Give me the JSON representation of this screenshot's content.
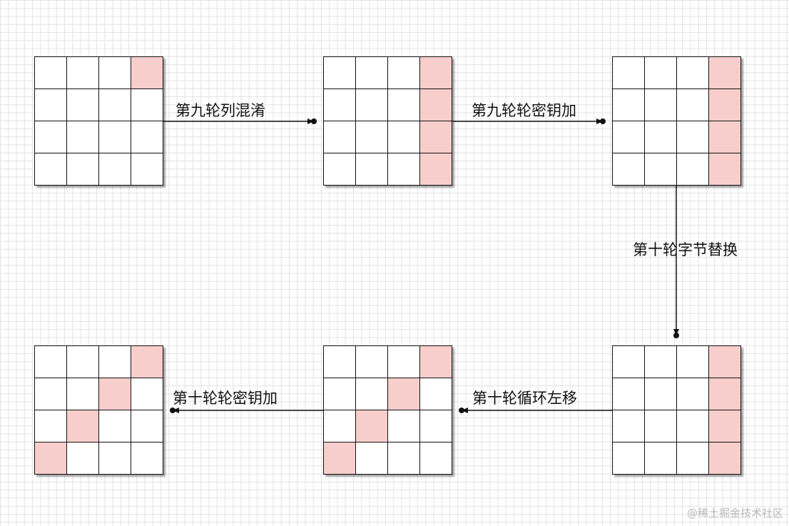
{
  "highlight_color": "#f8cecc",
  "grids": [
    {
      "id": "grid-1",
      "highlighted": [
        [
          0,
          3
        ]
      ]
    },
    {
      "id": "grid-2",
      "highlighted": [
        [
          0,
          3
        ],
        [
          1,
          3
        ],
        [
          2,
          3
        ],
        [
          3,
          3
        ]
      ]
    },
    {
      "id": "grid-3",
      "highlighted": [
        [
          0,
          3
        ],
        [
          1,
          3
        ],
        [
          2,
          3
        ],
        [
          3,
          3
        ]
      ]
    },
    {
      "id": "grid-4",
      "highlighted": [
        [
          0,
          3
        ],
        [
          1,
          3
        ],
        [
          2,
          3
        ],
        [
          3,
          3
        ]
      ]
    },
    {
      "id": "grid-5",
      "highlighted": [
        [
          0,
          3
        ],
        [
          1,
          2
        ],
        [
          2,
          1
        ],
        [
          3,
          0
        ]
      ]
    },
    {
      "id": "grid-6",
      "highlighted": [
        [
          0,
          3
        ],
        [
          1,
          2
        ],
        [
          2,
          1
        ],
        [
          3,
          0
        ]
      ]
    }
  ],
  "edges": [
    {
      "from": "grid-1",
      "to": "grid-2",
      "label": "第九轮列混淆"
    },
    {
      "from": "grid-2",
      "to": "grid-3",
      "label": "第九轮轮密钥加"
    },
    {
      "from": "grid-3",
      "to": "grid-4",
      "label": "第十轮字节替换"
    },
    {
      "from": "grid-4",
      "to": "grid-5",
      "label": "第十轮循环左移"
    },
    {
      "from": "grid-5",
      "to": "grid-6",
      "label": "第十轮轮密钥加"
    }
  ],
  "watermark": "@稀土掘金技术社区"
}
